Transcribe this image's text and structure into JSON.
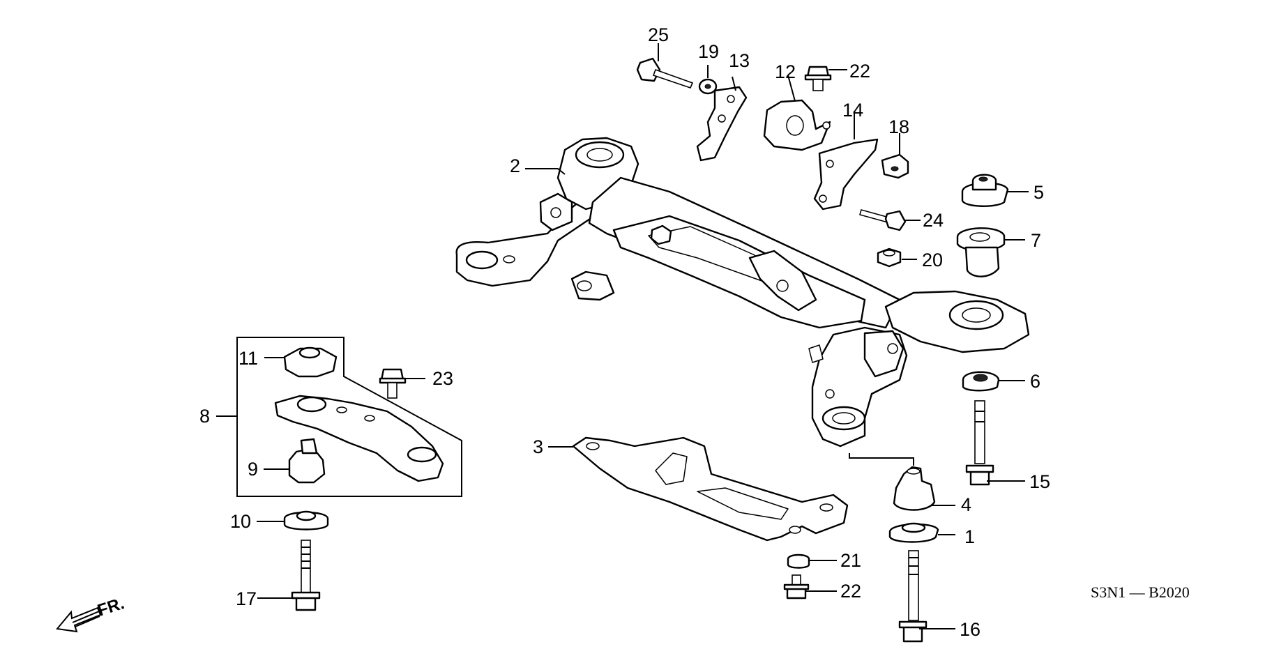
{
  "diagram": {
    "code": "S3N1 — B2020",
    "direction_label": "FR.",
    "direction_icon": "front-arrow-icon",
    "callouts": {
      "c1": "1",
      "c2": "2",
      "c3": "3",
      "c4": "4",
      "c5": "5",
      "c6": "6",
      "c7": "7",
      "c8": "8",
      "c9": "9",
      "c10": "10",
      "c11": "11",
      "c12": "12",
      "c13": "13",
      "c14": "14",
      "c15": "15",
      "c16": "16",
      "c17": "17",
      "c18": "18",
      "c19": "19",
      "c20": "20",
      "c21": "21",
      "c22a": "22",
      "c22b": "22",
      "c23": "23",
      "c24": "24",
      "c25": "25"
    }
  }
}
